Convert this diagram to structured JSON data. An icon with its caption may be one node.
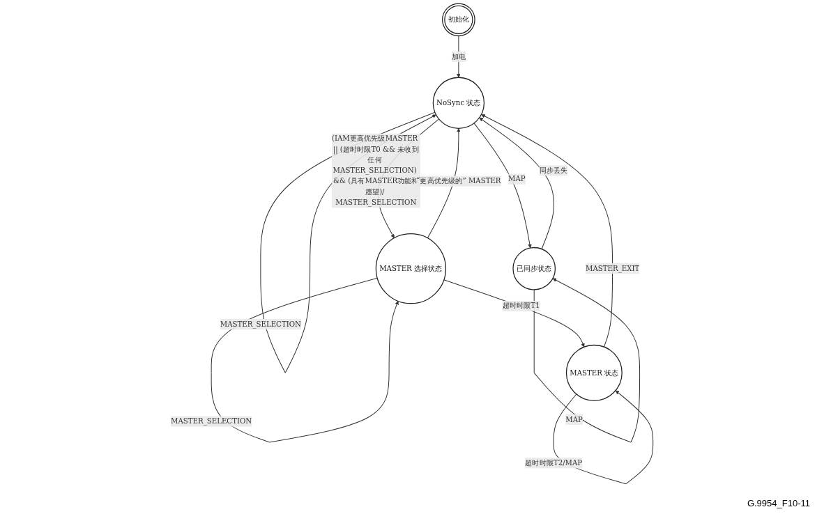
{
  "diagram": {
    "nodes": [
      {
        "text": [
          "初始化"
        ]
      },
      {
        "text": [
          "NoSync 状态"
        ]
      },
      {
        "text": [
          "已同步状态"
        ]
      },
      {
        "text": [
          "MASTER 选择状态"
        ]
      },
      {
        "text": [
          "MASTER 状态"
        ]
      }
    ],
    "edges": [
      {
        "from": 0,
        "to": 1,
        "label": "加电",
        "arrow": "to"
      },
      {
        "from": 1,
        "to": 1,
        "label": "MASTER_SELECTION",
        "arrow": "to"
      },
      {
        "from": 1,
        "to": 3,
        "label": "(IAM更高优先级MASTER || (超时时限T0 && 未收到任何 MASTER_SELECTION) && (具有MASTER功能和愿望)/ MASTER_SELECTION",
        "arrow": "to"
      },
      {
        "from": 3,
        "to": 1,
        "label": "“更高优先级的” MASTER",
        "arrow": "to"
      },
      {
        "from": 3,
        "to": 3,
        "label": "MASTER_SELECTION",
        "arrow": "to"
      },
      {
        "from": 3,
        "to": 4,
        "label": "超时时限T1",
        "arrow": "to"
      },
      {
        "from": 4,
        "to": 1,
        "label": "MASTER_EXIT",
        "arrow": "to"
      },
      {
        "from": 4,
        "to": 4,
        "label": "超时时限T2/MAP",
        "arrow": "to"
      },
      {
        "from": 1,
        "to": 2,
        "label": "MAP",
        "arrow": "to"
      },
      {
        "from": 2,
        "to": 1,
        "label": "同步丢失",
        "arrow": "to"
      },
      {
        "from": 2,
        "to": 2,
        "label": "MAP",
        "arrow": "to"
      }
    ],
    "labels": [
      "G.9954_F10-11"
    ]
  }
}
